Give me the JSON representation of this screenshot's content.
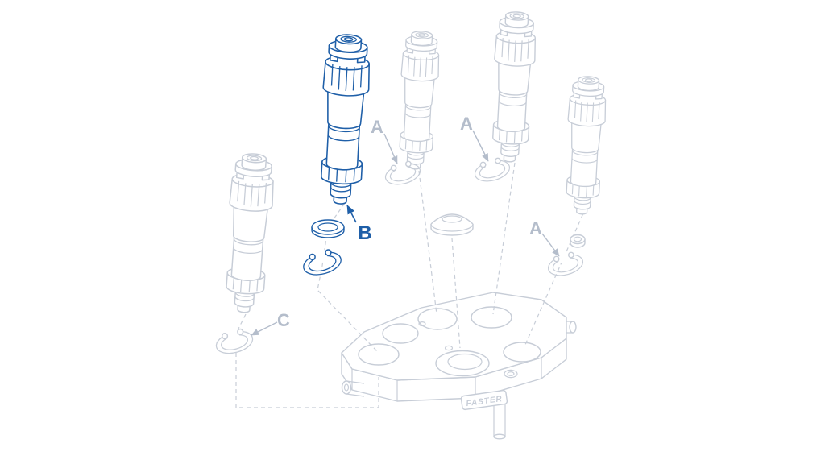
{
  "diagram": {
    "labels": {
      "a1": "A",
      "a2": "A",
      "a3": "A",
      "b": "B",
      "c": "C"
    },
    "brand": "FASTER",
    "colors": {
      "accent": "#1f5fa8",
      "muted": "#c7cdd7",
      "muted_label": "#b4bdcb",
      "background": "#ffffff"
    }
  }
}
